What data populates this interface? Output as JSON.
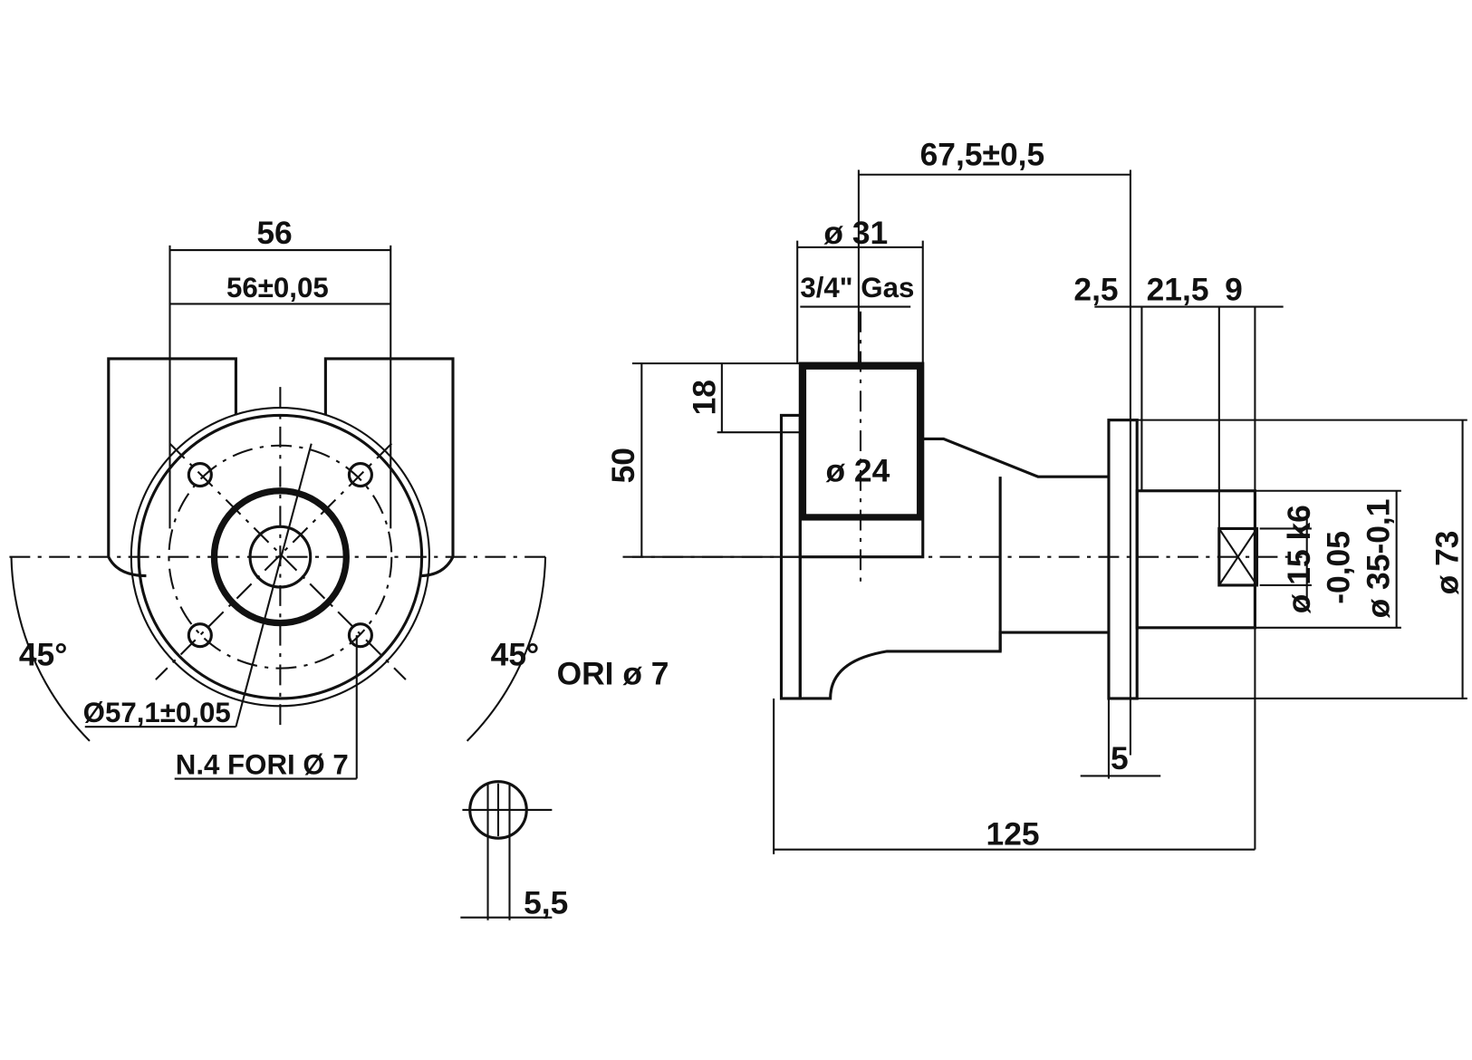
{
  "drawing": {
    "front_view": {
      "dim_top": "56",
      "dim_holes": "56±0,05",
      "angle_left": "45°",
      "angle_right": "45°",
      "bolt_circle": "Ø57,1±0,05",
      "holes_note": "N.4 FORI Ø 7",
      "holes_note_partial": "ORI ø 7",
      "shaft_key": "5,5"
    },
    "side_view": {
      "length_top": "67,5±0,5",
      "port_outer": "ø 31",
      "port_thread": "3/4\" Gas",
      "port_inner": "ø 24",
      "dim_18": "18",
      "dim_50": "50",
      "dim_2_5": "2,5",
      "dim_21_5": "21,5",
      "dim_9": "9",
      "shaft_dia": "ø 15 k6",
      "tolerance": "-0,05",
      "spigot_dia": "ø 35-0,1",
      "flange_dia": "ø 73",
      "flange_thk": "5",
      "length_total": "125"
    }
  }
}
